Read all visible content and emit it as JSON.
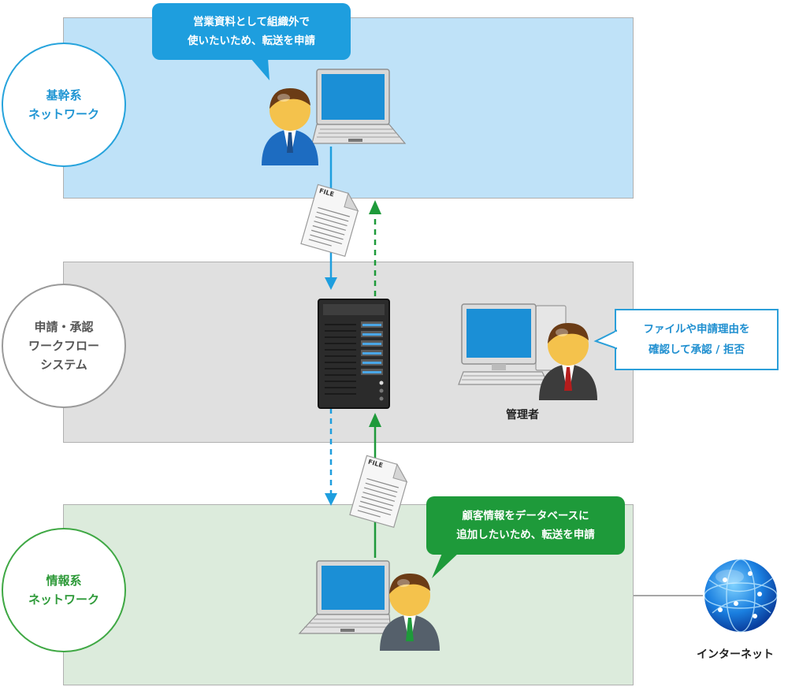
{
  "zones": {
    "core": {
      "label_line1": "基幹系",
      "label_line2": "ネットワーク",
      "color": "#bfe2f8"
    },
    "workflow": {
      "label_line1": "申請・承認",
      "label_line2": "ワークフロー",
      "label_line3": "システム",
      "color": "#e0e0e0"
    },
    "info": {
      "label_line1": "情報系",
      "label_line2": "ネットワーク",
      "color": "#dcebdc"
    }
  },
  "bubbles": {
    "core_user": {
      "line1": "営業資料として組織外で",
      "line2": "使いたいため、転送を申請"
    },
    "info_user": {
      "line1": "顧客情報をデータベースに",
      "line2": "追加したいため、転送を申請"
    },
    "admin": {
      "line1": "ファイルや申請理由を",
      "line2": "確認して承認 / 拒否"
    }
  },
  "labels": {
    "admin": "管理者",
    "internet": "インターネット",
    "file_tag": "FILE"
  },
  "colors": {
    "blue_arrow": "#1e9ede",
    "green_arrow": "#1e9a3a"
  }
}
